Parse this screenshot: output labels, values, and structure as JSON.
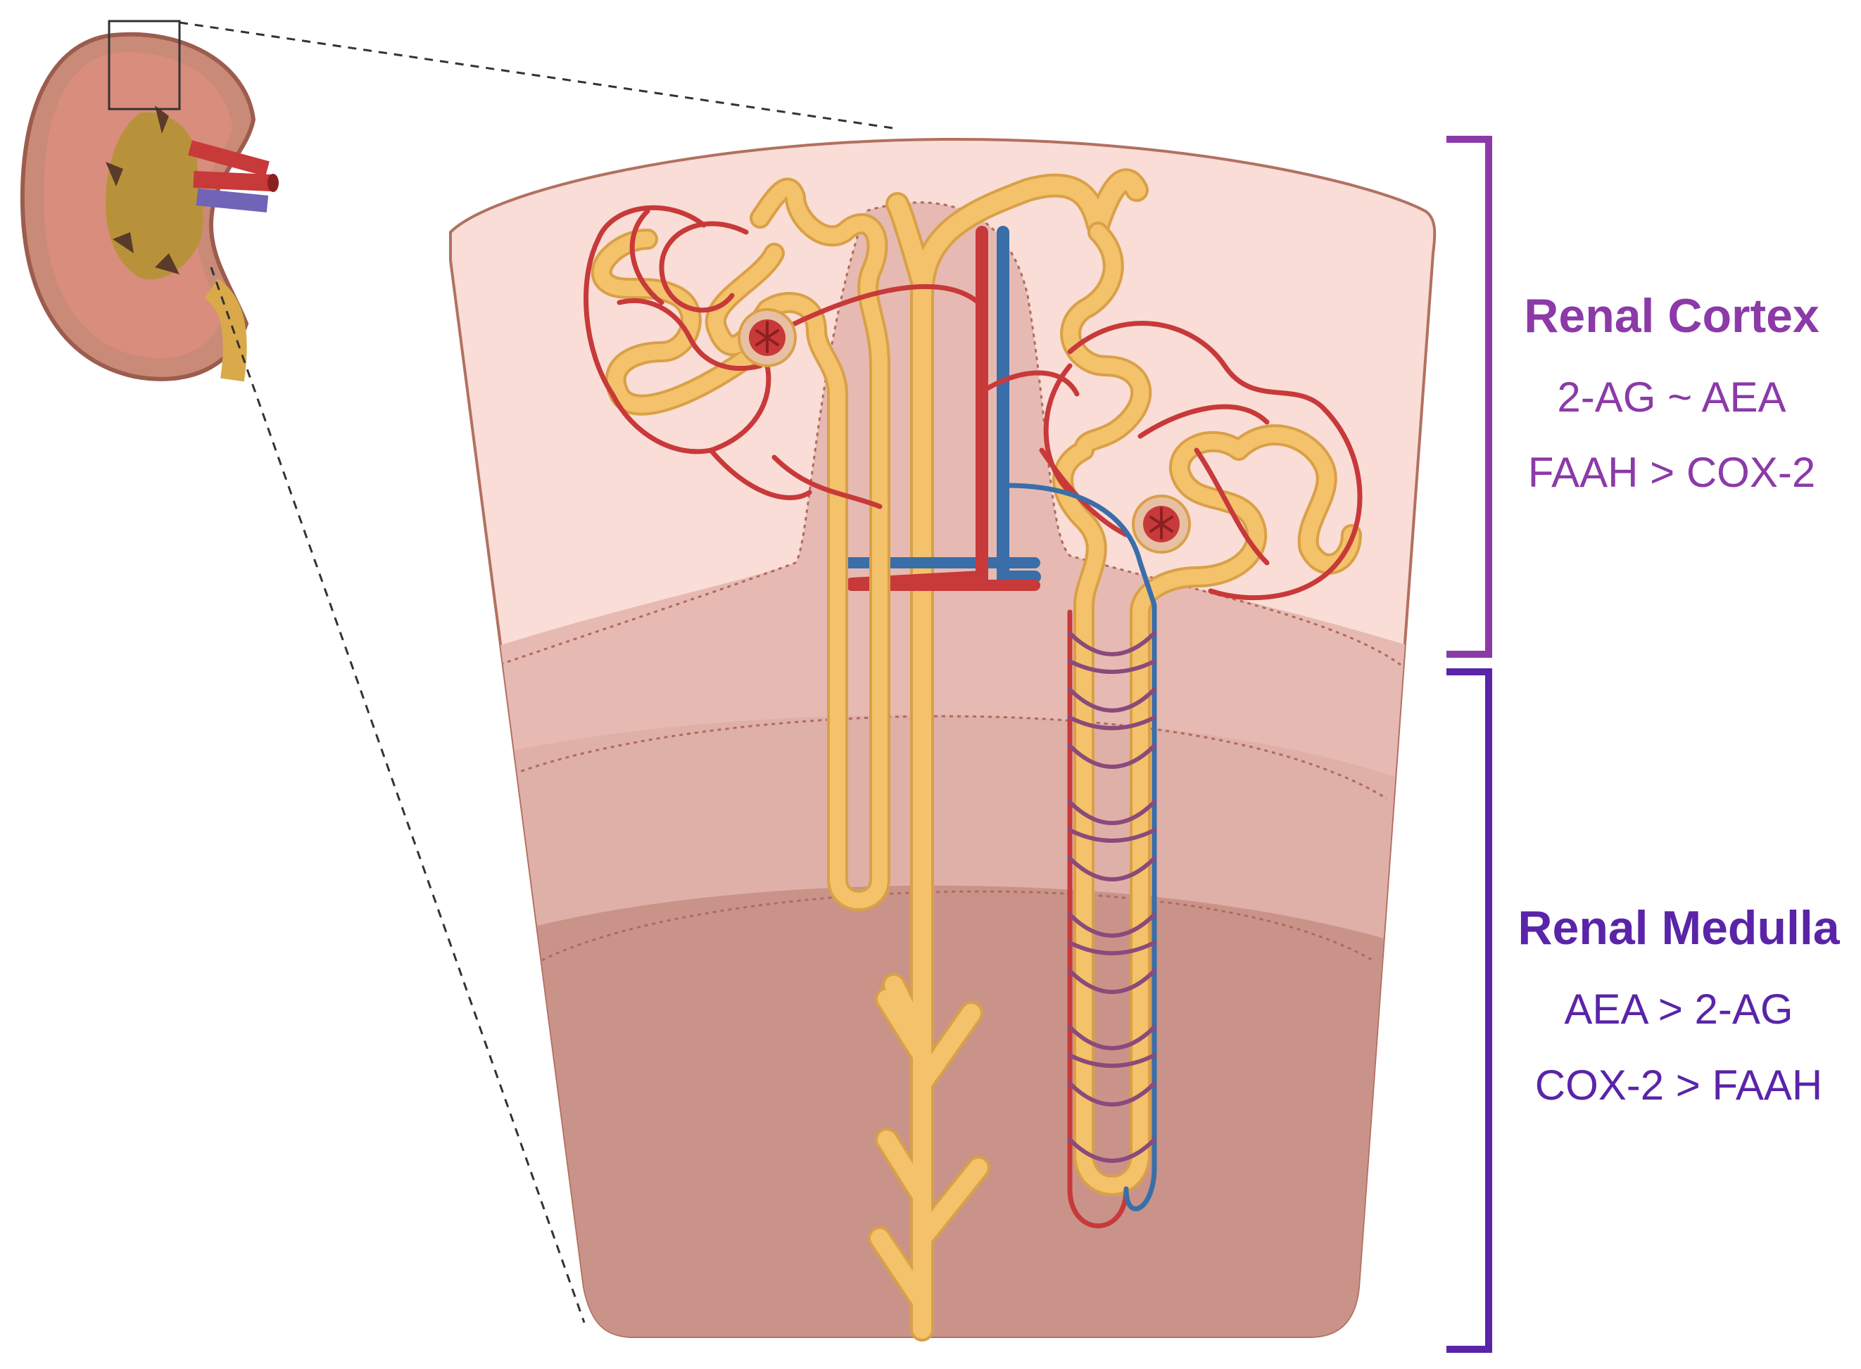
{
  "colors": {
    "cortex": "#8b3aa8",
    "medulla": "#5a24a8",
    "tubule": "#f3c26a",
    "tubule_outline": "#d9a047",
    "artery": "#c8393a",
    "vein": "#3a6ea8",
    "cortex_tissue": "#f9ddd6",
    "outer_medulla_tissue": "#e6bab2",
    "inner_medulla_tissue": "#c9938a"
  },
  "regions": {
    "cortex": {
      "title": "Renal Cortex",
      "lines": [
        "2-AG ~ AEA",
        "FAAH > COX-2"
      ]
    },
    "medulla": {
      "title": "Renal Medulla",
      "lines": [
        "AEA > 2-AG",
        "COX-2 > FAAH"
      ]
    }
  }
}
